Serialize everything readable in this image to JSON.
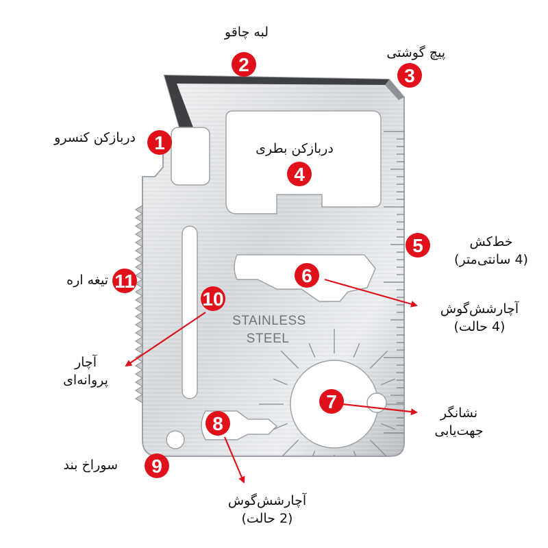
{
  "colors": {
    "badge": "#e0111a",
    "arrow": "#e0111a",
    "steel_light": "#e9ebed",
    "steel_dark": "#9a9fa5",
    "blade_dark": "#3d3f43"
  },
  "stamp": {
    "line1": "STAINLESS",
    "line2": "STEEL"
  },
  "features": [
    {
      "number": "1",
      "lines": [
        "دربازکن کنسرو"
      ]
    },
    {
      "number": "2",
      "lines": [
        "لبه چاقو"
      ]
    },
    {
      "number": "3",
      "lines": [
        "پیچ گوشتی"
      ]
    },
    {
      "number": "4",
      "lines": [
        "دربازکن بطری"
      ]
    },
    {
      "number": "5",
      "lines": [
        "خط‌کش",
        "(4 سانتی‌متر)"
      ]
    },
    {
      "number": "6",
      "lines": [
        "آچارشش‌گوش",
        "(4 حالت)"
      ]
    },
    {
      "number": "7",
      "lines": [
        "نشانگر",
        "جهت‌یابی"
      ]
    },
    {
      "number": "8",
      "lines": [
        "آچارشش‌گوش",
        "(2 حالت)"
      ]
    },
    {
      "number": "9",
      "lines": [
        "سوراخ بند"
      ]
    },
    {
      "number": "10",
      "lines": [
        "آچار",
        "پروانه‌ای"
      ]
    },
    {
      "number": "11",
      "lines": [
        "تیغه اره"
      ]
    }
  ]
}
